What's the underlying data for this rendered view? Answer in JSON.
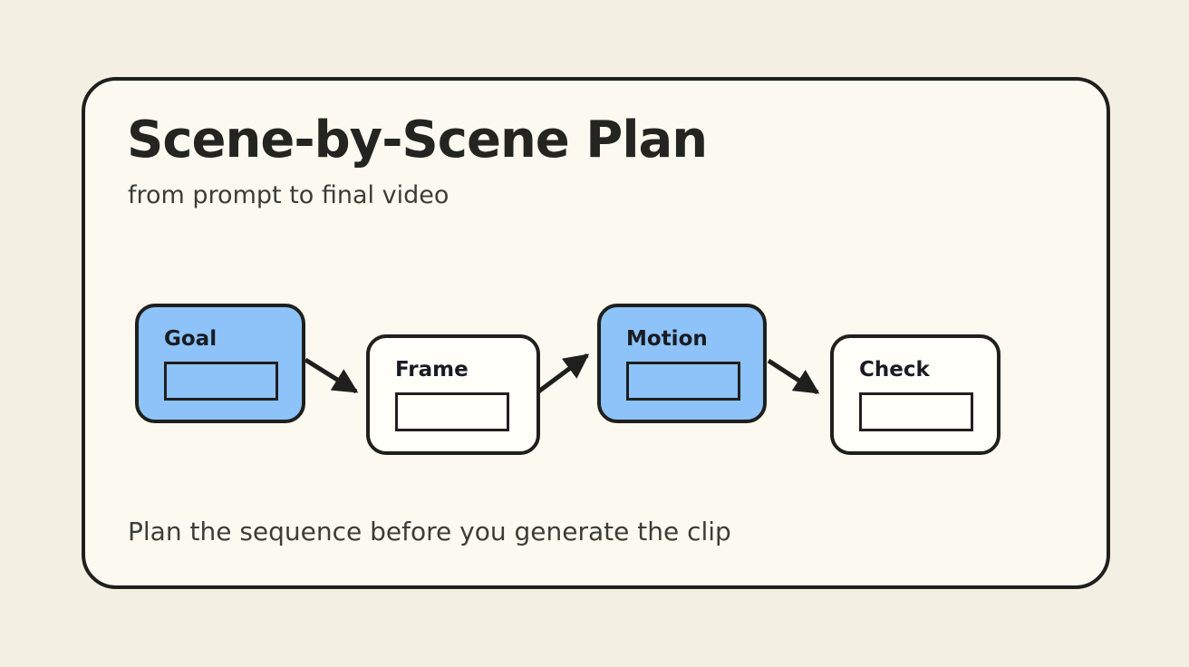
{
  "header": {
    "title": "Scene-by-Scene Plan",
    "subtitle": "from prompt to final video"
  },
  "flow": {
    "steps": [
      {
        "label": "Goal",
        "highlighted": true
      },
      {
        "label": "Frame",
        "highlighted": false
      },
      {
        "label": "Motion",
        "highlighted": true
      },
      {
        "label": "Check",
        "highlighted": false
      }
    ]
  },
  "caption": "Plan the sequence before you generate the clip",
  "colors": {
    "page_bg": "#f3efe2",
    "card_bg": "#fcfaf0",
    "box_white_bg": "#fffef9",
    "accent_blue": "#8dc3f9",
    "stroke": "#1f1f1d",
    "title_color": "#242420",
    "subtitle_color": "#3c3c38",
    "label_color": "#181c22"
  }
}
